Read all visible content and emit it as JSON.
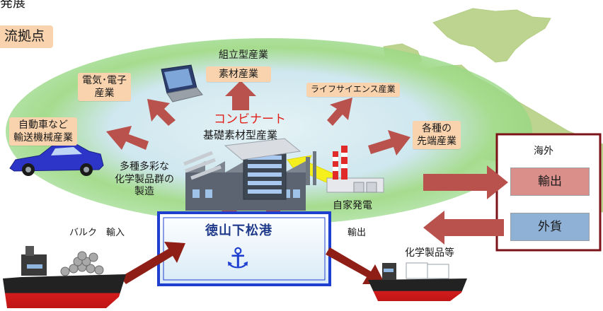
{
  "header": {
    "top_line": "発展",
    "tag": "流拠点"
  },
  "industries": {
    "assembly": "組立型産業",
    "materials": "素材産業",
    "electrical": "電気･電子\n産業",
    "lifescience": "ライフサイエンス産業",
    "automotive": "自動車など\n輸送機械産業",
    "advanced": "各種の\n先端産業"
  },
  "combinat": {
    "title": "コンビナート",
    "subtitle": "基礎素材型産業",
    "chemicals": "多種多彩な\n化学製品群の\n製造",
    "power": "自家発電"
  },
  "port": {
    "name": "徳山下松港",
    "anchor_glyph": "⚓"
  },
  "shipping": {
    "bulk": "バルク　輸入",
    "export": "輸出",
    "products": "化学製品等"
  },
  "overseas": {
    "title": "海外",
    "export": "輸出",
    "forex": "外貨"
  },
  "colors": {
    "arrow": "#b9524d",
    "arrow_dark": "#8f1e16",
    "port_border": "#1f3fd1",
    "panel_border": "#7a1218",
    "oval_outer": "#7fd16a",
    "oval_inner": "#d7ecf3",
    "land": "#bcd48f",
    "tag_bg": "#f9d3ad",
    "export_box": "#da8f8b",
    "forex_box": "#8fb1d6",
    "yellow_arrow": "#f5ef1d"
  }
}
